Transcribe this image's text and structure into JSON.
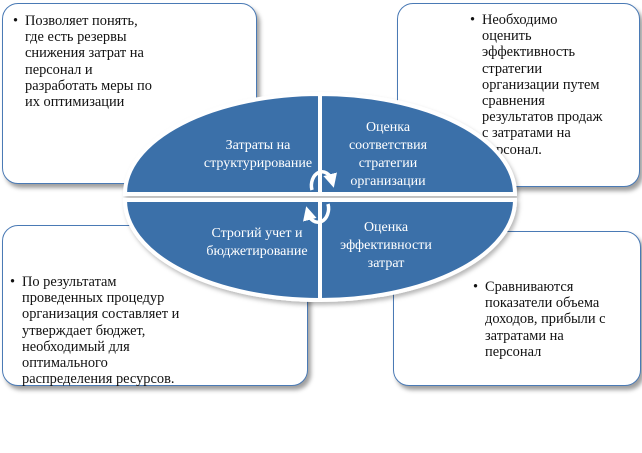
{
  "notes": {
    "top_left": {
      "bullet": "•",
      "lines": [
        "Позволяет понять,",
        "где есть резервы",
        "снижения затрат на",
        "персонал и",
        "разработать меры по",
        "их оптимизации"
      ]
    },
    "top_right": {
      "bullet": "•",
      "lines": [
        "Необходимо",
        "оценить",
        "эффективность",
        "стратегии",
        "организации путем",
        "сравнения",
        "результатов продаж",
        "с затратами на",
        "персонал."
      ]
    },
    "bottom_left": {
      "bullet": "•",
      "lines": [
        "По результатам",
        "проведенных процедур",
        "организация составляет и",
        "утверждает бюджет,",
        "необходимый для",
        "оптимального",
        "распределения ресурсов."
      ]
    },
    "bottom_right": {
      "bullet": "•",
      "lines": [
        "Сравниваются",
        "показатели объема",
        "доходов, прибыли с",
        "затратами на",
        "персонал"
      ]
    }
  },
  "segments": {
    "top_left": {
      "lines": [
        "Затраты на",
        "структурирование"
      ]
    },
    "top_right": {
      "lines": [
        "Оценка",
        "соответствия",
        "стратегии",
        "организации"
      ]
    },
    "bottom_left": {
      "lines": [
        "Строгий учет и",
        "бюджетирование"
      ]
    },
    "bottom_right": {
      "lines": [
        "Оценка",
        "эффективности",
        "затрат"
      ]
    }
  },
  "colors": {
    "segment_fill": "#3b6fa9",
    "segment_border": "#ffffff",
    "cycle_arrow": "#ffffff",
    "note_border": "#4a7ab5"
  },
  "icons": {
    "center": "cycle-arrows-icon"
  }
}
